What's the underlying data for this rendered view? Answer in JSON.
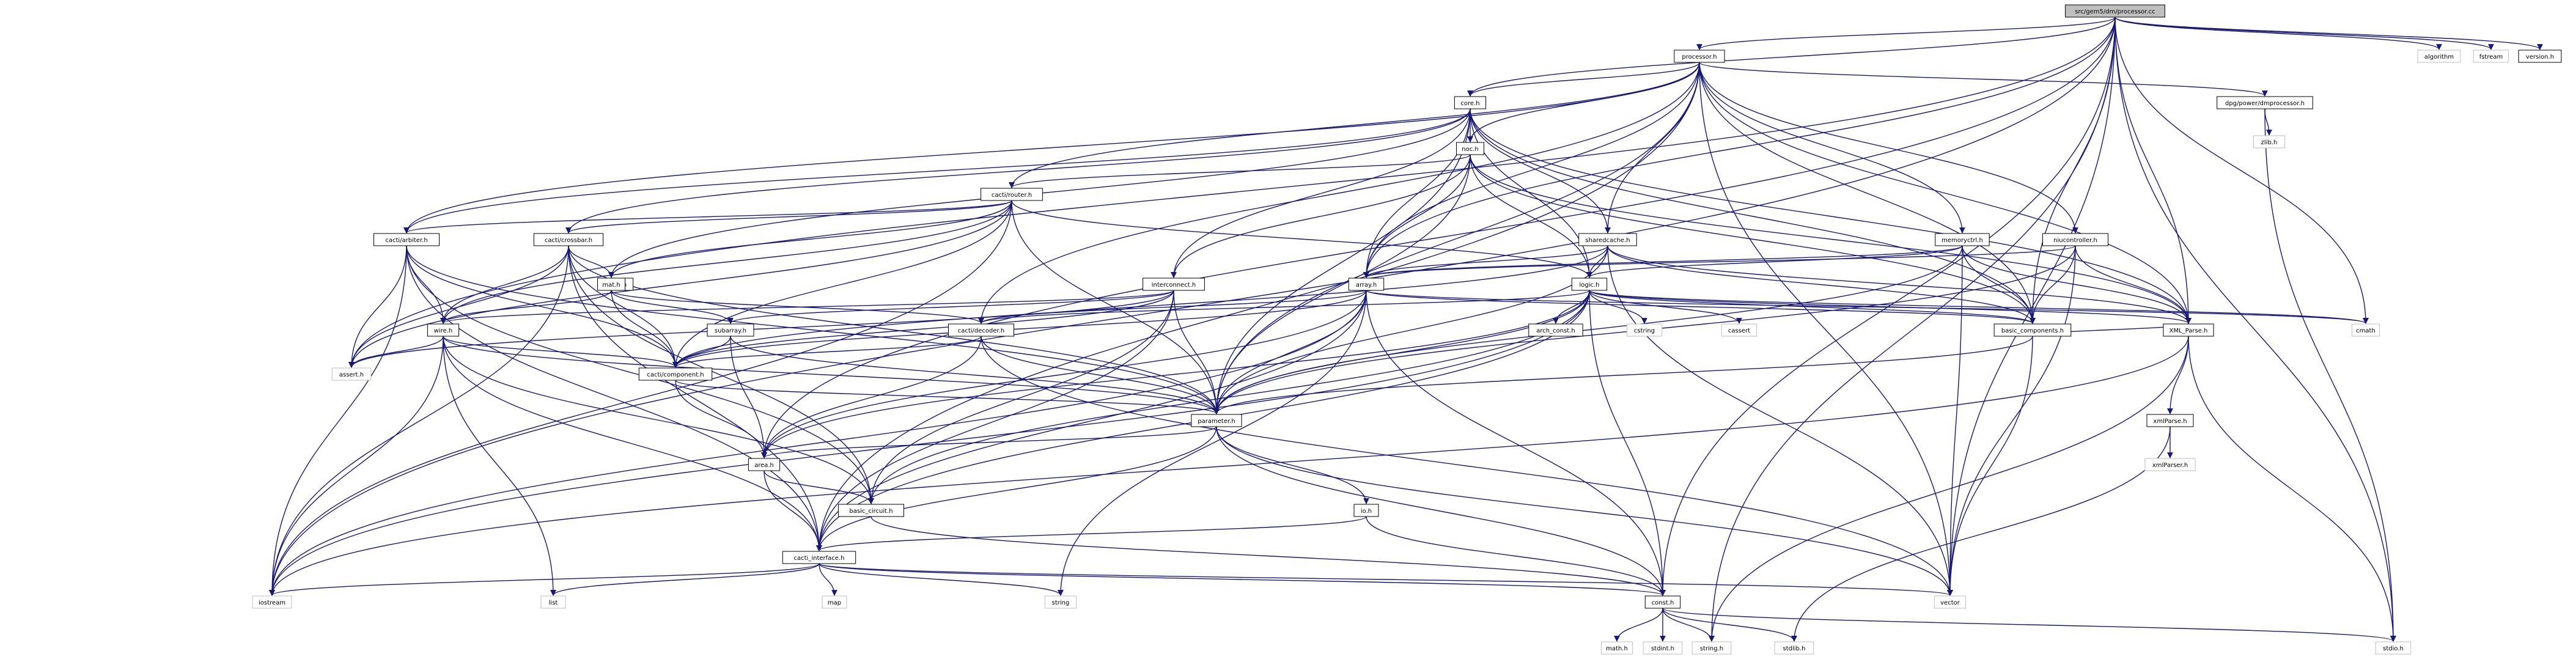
{
  "colors": {
    "edge": "#191970",
    "root_fill": "#bfbfbf",
    "node_border": "#000000",
    "external_border": "#bfbfbf",
    "background": "#ffffff"
  },
  "nodes": [
    {
      "id": "root",
      "label": "src/gem5/dm/processor.cc",
      "kind": "root"
    },
    {
      "id": "processor_h",
      "label": "processor.h",
      "kind": "doc"
    },
    {
      "id": "algorithm",
      "label": "algorithm",
      "kind": "ext"
    },
    {
      "id": "fstream",
      "label": "fstream",
      "kind": "ext"
    },
    {
      "id": "version_h",
      "label": "version.h",
      "kind": "doc"
    },
    {
      "id": "core_h",
      "label": "core.h",
      "kind": "doc"
    },
    {
      "id": "dpg",
      "label": "dpg/power/dmprocessor.h",
      "kind": "doc"
    },
    {
      "id": "zlib_h",
      "label": "zlib.h",
      "kind": "ext"
    },
    {
      "id": "noc_h",
      "label": "noc.h",
      "kind": "doc"
    },
    {
      "id": "cacti_h",
      "label": "cacti/router.h",
      "kind": "doc"
    },
    {
      "id": "cacti_arbiter",
      "label": "cacti/arbiter.h",
      "kind": "doc"
    },
    {
      "id": "cacti_crossbar",
      "label": "cacti/crossbar.h",
      "kind": "doc"
    },
    {
      "id": "sharedcache",
      "label": "sharedcache.h",
      "kind": "doc"
    },
    {
      "id": "memoryctrl",
      "label": "memoryctrl.h",
      "kind": "doc"
    },
    {
      "id": "niu",
      "label": "niucontroller.h",
      "kind": "doc"
    },
    {
      "id": "xmlparser",
      "label": "XML_Parse.h",
      "kind": "doc"
    },
    {
      "id": "wire_h",
      "label": "wire.h",
      "kind": "doc"
    },
    {
      "id": "mat_h",
      "label": "mat.h",
      "kind": "doc"
    },
    {
      "id": "array_h",
      "label": "array.h",
      "kind": "doc"
    },
    {
      "id": "logic_h",
      "label": "logic.h",
      "kind": "doc"
    },
    {
      "id": "basic_components",
      "label": "basic_components.h",
      "kind": "doc"
    },
    {
      "id": "interconnect",
      "label": "interconnect.h",
      "kind": "doc"
    },
    {
      "id": "wire2",
      "label": "wire.h",
      "kind": "doc"
    },
    {
      "id": "subarray",
      "label": "subarray.h",
      "kind": "doc"
    },
    {
      "id": "cacti_decoder",
      "label": "cacti/decoder.h",
      "kind": "doc"
    },
    {
      "id": "cacti_component",
      "label": "cacti/component.h",
      "kind": "doc"
    },
    {
      "id": "parameter_h",
      "label": "parameter.h",
      "kind": "doc"
    },
    {
      "id": "xmlparse_h",
      "label": "xmlParse.h",
      "kind": "doc"
    },
    {
      "id": "area_h",
      "label": "area.h",
      "kind": "doc"
    },
    {
      "id": "basic_circuit",
      "label": "basic_circuit.h",
      "kind": "doc"
    },
    {
      "id": "io_h",
      "label": "io.h",
      "kind": "doc"
    },
    {
      "id": "cacti_interface",
      "label": "cacti_interface.h",
      "kind": "doc"
    },
    {
      "id": "const_h",
      "label": "const.h",
      "kind": "doc"
    },
    {
      "id": "cassert",
      "label": "cassert",
      "kind": "ext"
    },
    {
      "id": "arch_const",
      "label": "arch_const.h",
      "kind": "doc"
    },
    {
      "id": "cstring",
      "label": "cstring",
      "kind": "ext"
    },
    {
      "id": "cmath",
      "label": "cmath",
      "kind": "ext"
    },
    {
      "id": "assert_h",
      "label": "assert.h",
      "kind": "ext"
    },
    {
      "id": "iostream",
      "label": "iostream",
      "kind": "ext"
    },
    {
      "id": "list",
      "label": "list",
      "kind": "ext"
    },
    {
      "id": "map",
      "label": "map",
      "kind": "ext"
    },
    {
      "id": "string",
      "label": "string",
      "kind": "ext"
    },
    {
      "id": "vector",
      "label": "vector",
      "kind": "ext"
    },
    {
      "id": "math_h",
      "label": "math.h",
      "kind": "ext"
    },
    {
      "id": "stdint_h",
      "label": "stdint.h",
      "kind": "ext"
    },
    {
      "id": "string_h",
      "label": "string.h",
      "kind": "ext"
    },
    {
      "id": "stdlib_h",
      "label": "stdlib.h",
      "kind": "ext"
    },
    {
      "id": "stdio_h",
      "label": "stdio.h",
      "kind": "ext"
    },
    {
      "id": "xmlparser_h",
      "label": "xmlParser.h",
      "kind": "ext"
    }
  ],
  "edges": [
    [
      "root",
      "processor_h"
    ],
    [
      "root",
      "algorithm"
    ],
    [
      "root",
      "fstream"
    ],
    [
      "root",
      "version_h"
    ],
    [
      "root",
      "core_h"
    ],
    [
      "root",
      "array_h"
    ],
    [
      "root",
      "basic_components"
    ],
    [
      "root",
      "xmlparser"
    ],
    [
      "root",
      "const_h"
    ],
    [
      "root",
      "iostream"
    ],
    [
      "root",
      "assert_h"
    ],
    [
      "root",
      "string_h"
    ],
    [
      "root",
      "cmath"
    ],
    [
      "root",
      "stdio_h"
    ],
    [
      "root",
      "area_h"
    ],
    [
      "root",
      "vector"
    ],
    [
      "processor_h",
      "core_h"
    ],
    [
      "processor_h",
      "dpg"
    ],
    [
      "processor_h",
      "noc_h"
    ],
    [
      "processor_h",
      "cacti_h"
    ],
    [
      "processor_h",
      "cacti_arbiter"
    ],
    [
      "processor_h",
      "sharedcache"
    ],
    [
      "processor_h",
      "memoryctrl"
    ],
    [
      "processor_h",
      "niu"
    ],
    [
      "processor_h",
      "xmlparser"
    ],
    [
      "processor_h",
      "array_h"
    ],
    [
      "processor_h",
      "basic_components"
    ],
    [
      "processor_h",
      "parameter_h"
    ],
    [
      "processor_h",
      "cacti_decoder"
    ],
    [
      "processor_h",
      "vector"
    ],
    [
      "processor_h",
      "cacti_interface"
    ],
    [
      "dpg",
      "zlib_h"
    ],
    [
      "dpg",
      "stdio_h"
    ],
    [
      "core_h",
      "noc_h"
    ],
    [
      "core_h",
      "sharedcache"
    ],
    [
      "core_h",
      "logic_h"
    ],
    [
      "core_h",
      "interconnect"
    ],
    [
      "core_h",
      "array_h"
    ],
    [
      "core_h",
      "basic_components"
    ],
    [
      "core_h",
      "parameter_h"
    ],
    [
      "core_h",
      "xmlparser"
    ],
    [
      "core_h",
      "cacti_crossbar"
    ],
    [
      "core_h",
      "cacti_arbiter"
    ],
    [
      "core_h",
      "mat_h"
    ],
    [
      "noc_h",
      "cacti_h"
    ],
    [
      "noc_h",
      "logic_h"
    ],
    [
      "noc_h",
      "array_h"
    ],
    [
      "noc_h",
      "basic_components"
    ],
    [
      "noc_h",
      "interconnect"
    ],
    [
      "noc_h",
      "parameter_h"
    ],
    [
      "noc_h",
      "xmlparser"
    ],
    [
      "cacti_h",
      "cacti_arbiter"
    ],
    [
      "cacti_h",
      "cacti_crossbar"
    ],
    [
      "cacti_h",
      "wire2"
    ],
    [
      "cacti_h",
      "mat_h"
    ],
    [
      "cacti_h",
      "parameter_h"
    ],
    [
      "cacti_h",
      "assert_h"
    ],
    [
      "cacti_h",
      "iostream"
    ],
    [
      "cacti_h",
      "cacti_component"
    ],
    [
      "cacti_h",
      "logic_h"
    ],
    [
      "cacti_arbiter",
      "wire2"
    ],
    [
      "cacti_arbiter",
      "cacti_component"
    ],
    [
      "cacti_arbiter",
      "parameter_h"
    ],
    [
      "cacti_arbiter",
      "basic_circuit"
    ],
    [
      "cacti_arbiter",
      "cacti_interface"
    ],
    [
      "cacti_arbiter",
      "assert_h"
    ],
    [
      "cacti_arbiter",
      "iostream"
    ],
    [
      "cacti_crossbar",
      "wire2"
    ],
    [
      "cacti_crossbar",
      "cacti_component"
    ],
    [
      "cacti_crossbar",
      "mat_h"
    ],
    [
      "cacti_crossbar",
      "basic_circuit"
    ],
    [
      "cacti_crossbar",
      "cacti_interface"
    ],
    [
      "cacti_crossbar",
      "parameter_h"
    ],
    [
      "cacti_crossbar",
      "assert_h"
    ],
    [
      "cacti_crossbar",
      "iostream"
    ],
    [
      "mat_h",
      "subarray"
    ],
    [
      "mat_h",
      "cacti_decoder"
    ],
    [
      "mat_h",
      "wire2"
    ],
    [
      "mat_h",
      "cacti_component"
    ],
    [
      "subarray",
      "cacti_component"
    ],
    [
      "subarray",
      "parameter_h"
    ],
    [
      "subarray",
      "area_h"
    ],
    [
      "sharedcache",
      "array_h"
    ],
    [
      "sharedcache",
      "logic_h"
    ],
    [
      "sharedcache",
      "basic_components"
    ],
    [
      "sharedcache",
      "parameter_h"
    ],
    [
      "sharedcache",
      "xmlparser"
    ],
    [
      "sharedcache",
      "vector"
    ],
    [
      "sharedcache",
      "cacti_component"
    ],
    [
      "memoryctrl",
      "array_h"
    ],
    [
      "memoryctrl",
      "basic_components"
    ],
    [
      "memoryctrl",
      "parameter_h"
    ],
    [
      "memoryctrl",
      "xmlparser"
    ],
    [
      "memoryctrl",
      "vector"
    ],
    [
      "memoryctrl",
      "logic_h"
    ],
    [
      "niu",
      "array_h"
    ],
    [
      "niu",
      "basic_components"
    ],
    [
      "niu",
      "xmlparser"
    ],
    [
      "niu",
      "vector"
    ],
    [
      "niu",
      "parameter_h"
    ],
    [
      "interconnect",
      "wire2"
    ],
    [
      "interconnect",
      "subarray"
    ],
    [
      "interconnect",
      "cacti_component"
    ],
    [
      "interconnect",
      "parameter_h"
    ],
    [
      "interconnect",
      "basic_circuit"
    ],
    [
      "interconnect",
      "assert_h"
    ],
    [
      "interconnect",
      "cacti_interface"
    ],
    [
      "array_h",
      "cacti_decoder"
    ],
    [
      "array_h",
      "cacti_component"
    ],
    [
      "array_h",
      "parameter_h"
    ],
    [
      "array_h",
      "basic_components"
    ],
    [
      "array_h",
      "cacti_interface"
    ],
    [
      "array_h",
      "const_h"
    ],
    [
      "array_h",
      "iostream"
    ],
    [
      "array_h",
      "string"
    ],
    [
      "array_h",
      "area_h"
    ],
    [
      "array_h",
      "cmath"
    ],
    [
      "logic_h",
      "arch_const"
    ],
    [
      "logic_h",
      "cstring"
    ],
    [
      "logic_h",
      "cassert"
    ],
    [
      "logic_h",
      "cmath"
    ],
    [
      "logic_h",
      "basic_components"
    ],
    [
      "logic_h",
      "xmlparser"
    ],
    [
      "logic_h",
      "parameter_h"
    ],
    [
      "logic_h",
      "cacti_interface"
    ],
    [
      "logic_h",
      "basic_circuit"
    ],
    [
      "logic_h",
      "const_h"
    ],
    [
      "logic_h",
      "cacti_decoder"
    ],
    [
      "logic_h",
      "area_h"
    ],
    [
      "logic_h",
      "iostream"
    ],
    [
      "basic_components",
      "xmlparser"
    ],
    [
      "basic_components",
      "parameter_h"
    ],
    [
      "basic_components",
      "vector"
    ],
    [
      "xmlparser",
      "xmlparse_h"
    ],
    [
      "xmlparser",
      "stdio_h"
    ],
    [
      "xmlparser",
      "iostream"
    ],
    [
      "xmlparser",
      "string_h"
    ],
    [
      "xmlparse_h",
      "xmlparser_h"
    ],
    [
      "xmlparse_h",
      "stdlib_h"
    ],
    [
      "cacti_decoder",
      "area_h"
    ],
    [
      "cacti_decoder",
      "cacti_component"
    ],
    [
      "cacti_decoder",
      "parameter_h"
    ],
    [
      "cacti_decoder",
      "vector"
    ],
    [
      "wire2",
      "cacti_component"
    ],
    [
      "wire2",
      "parameter_h"
    ],
    [
      "wire2",
      "basic_circuit"
    ],
    [
      "wire2",
      "assert_h"
    ],
    [
      "wire2",
      "cacti_interface"
    ],
    [
      "wire2",
      "list"
    ],
    [
      "wire2",
      "iostream"
    ],
    [
      "cacti_component",
      "area_h"
    ],
    [
      "cacti_component",
      "parameter_h"
    ],
    [
      "parameter_h",
      "area_h"
    ],
    [
      "parameter_h",
      "io_h"
    ],
    [
      "parameter_h",
      "const_h"
    ],
    [
      "parameter_h",
      "cacti_interface"
    ],
    [
      "parameter_h",
      "vector"
    ],
    [
      "area_h",
      "basic_circuit"
    ],
    [
      "area_h",
      "cacti_interface"
    ],
    [
      "basic_circuit",
      "const_h"
    ],
    [
      "io_h",
      "const_h"
    ],
    [
      "io_h",
      "cacti_interface"
    ],
    [
      "cacti_interface",
      "const_h"
    ],
    [
      "cacti_interface",
      "iostream"
    ],
    [
      "cacti_interface",
      "list"
    ],
    [
      "cacti_interface",
      "map"
    ],
    [
      "cacti_interface",
      "string"
    ],
    [
      "cacti_interface",
      "vector"
    ],
    [
      "const_h",
      "math_h"
    ],
    [
      "const_h",
      "stdint_h"
    ],
    [
      "const_h",
      "string_h"
    ],
    [
      "const_h",
      "stdlib_h"
    ],
    [
      "const_h",
      "stdio_h"
    ]
  ]
}
